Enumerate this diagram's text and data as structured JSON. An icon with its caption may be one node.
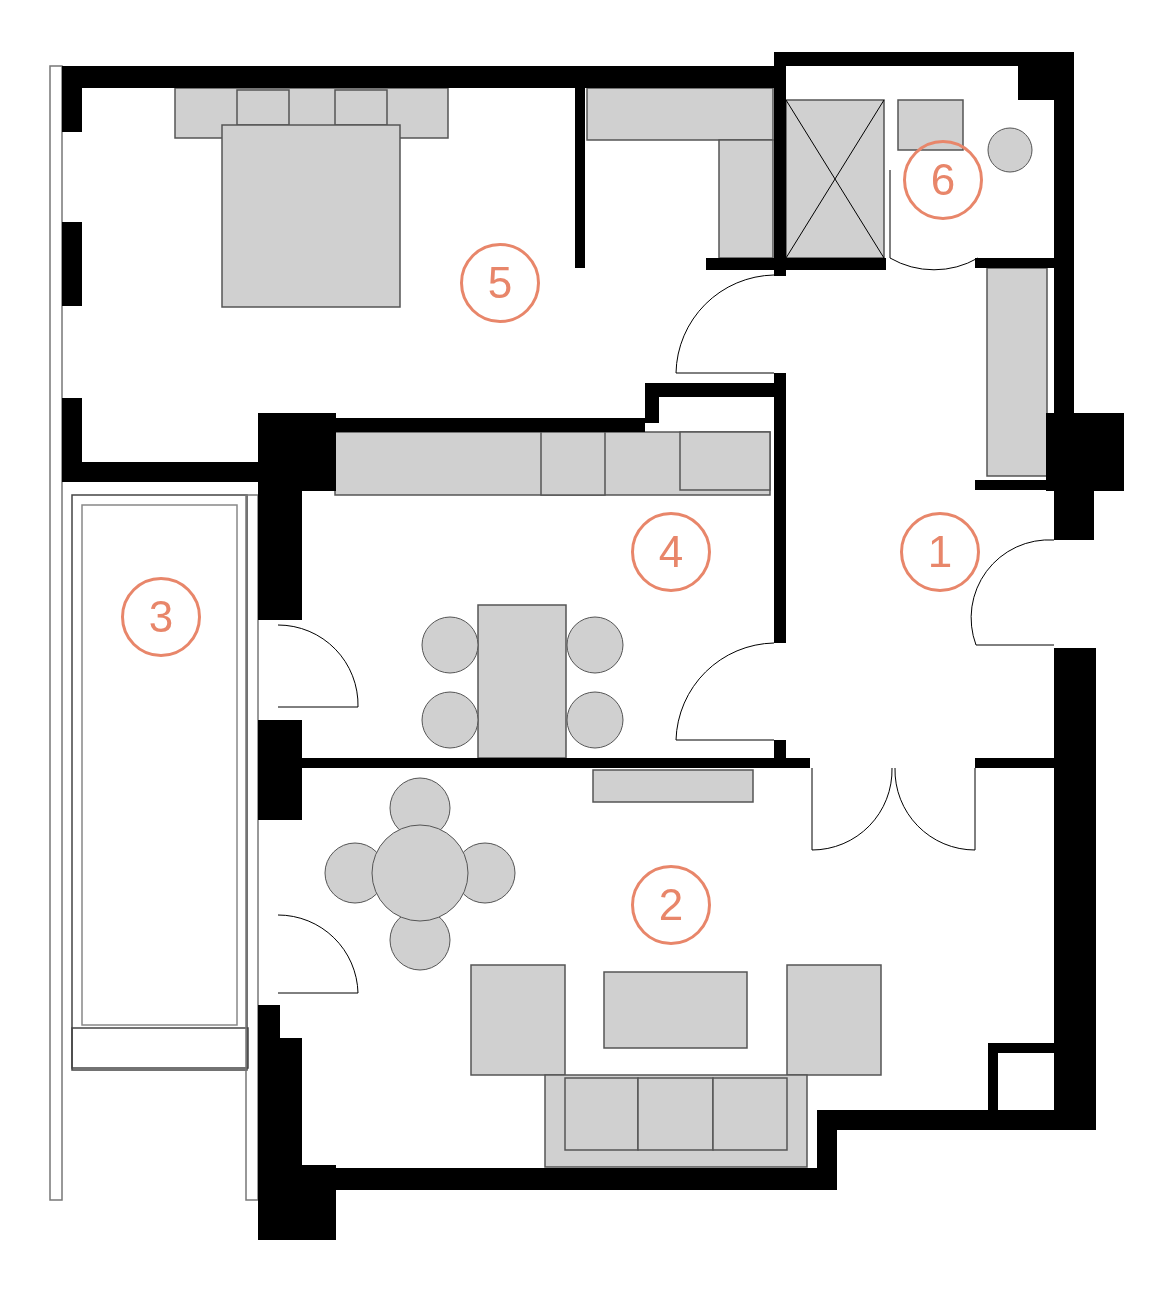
{
  "diagram": {
    "labels": [
      "6",
      "5",
      "4",
      "1",
      "3",
      "2"
    ]
  }
}
